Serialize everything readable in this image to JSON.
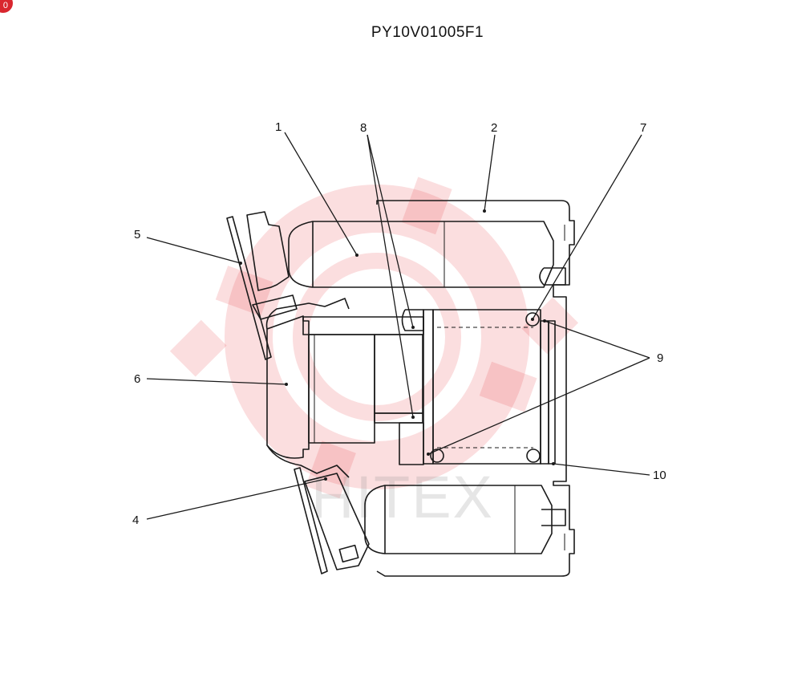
{
  "title": "PY10V01005F1",
  "badge": "0",
  "watermark_text": "HITEX",
  "callouts": [
    {
      "id": "1",
      "label": "1"
    },
    {
      "id": "2",
      "label": "2"
    },
    {
      "id": "4",
      "label": "4"
    },
    {
      "id": "5",
      "label": "5"
    },
    {
      "id": "6",
      "label": "6"
    },
    {
      "id": "7",
      "label": "7"
    },
    {
      "id": "8",
      "label": "8"
    },
    {
      "id": "9",
      "label": "9"
    },
    {
      "id": "10",
      "label": "10"
    }
  ],
  "colors": {
    "line": "#1a1a1a",
    "watermark": "#e8343a",
    "badge": "#d9262e"
  }
}
